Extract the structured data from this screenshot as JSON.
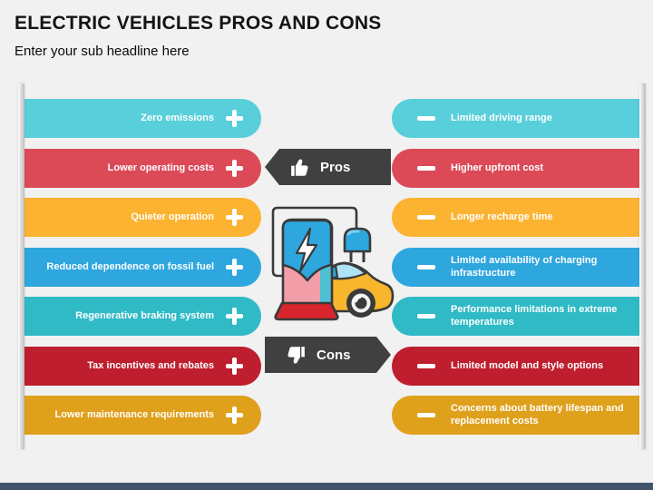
{
  "slide": {
    "title": "ELECTRIC VEHICLES PROS AND CONS",
    "subtitle": "Enter your sub headline here"
  },
  "pros": {
    "label": "Pros",
    "badge_icon": "thumbs-up-icon",
    "sign_icon": "plus-icon",
    "items": [
      {
        "text": "Zero emissions",
        "color": "#58CFDA"
      },
      {
        "text": "Lower operating costs",
        "color": "#DC4A58"
      },
      {
        "text": "Quieter operation",
        "color": "#FBB331"
      },
      {
        "text": "Reduced dependence on fossil fuel",
        "color": "#2EA6DE"
      },
      {
        "text": "Regenerative braking system",
        "color": "#2FBAC6"
      },
      {
        "text": "Tax incentives and rebates",
        "color": "#BE1E2D"
      },
      {
        "text": "Lower maintenance requirements",
        "color": "#DFA01C"
      }
    ]
  },
  "cons": {
    "label": "Cons",
    "badge_icon": "thumbs-down-icon",
    "sign_icon": "minus-icon",
    "items": [
      {
        "text": "Limited driving range",
        "color": "#58CFDA"
      },
      {
        "text": "Higher upfront cost",
        "color": "#DC4A58"
      },
      {
        "text": "Longer recharge time",
        "color": "#FBB331"
      },
      {
        "text": "Limited availability of charging infrastructure",
        "color": "#2EA6DE"
      },
      {
        "text": "Performance limitations in extreme temperatures",
        "color": "#2FBAC6"
      },
      {
        "text": "Limited model and style options",
        "color": "#BE1E2D"
      },
      {
        "text": "Concerns about battery lifespan and replacement costs",
        "color": "#DFA01C"
      }
    ]
  },
  "center": {
    "icon": "ev-charging-station-icon",
    "banner_color": "#404040"
  },
  "chrome": {
    "background": "#F1F1F2",
    "bottom_bar_color": "#425469",
    "side_bar_icon": "vertical-pole-bar"
  }
}
